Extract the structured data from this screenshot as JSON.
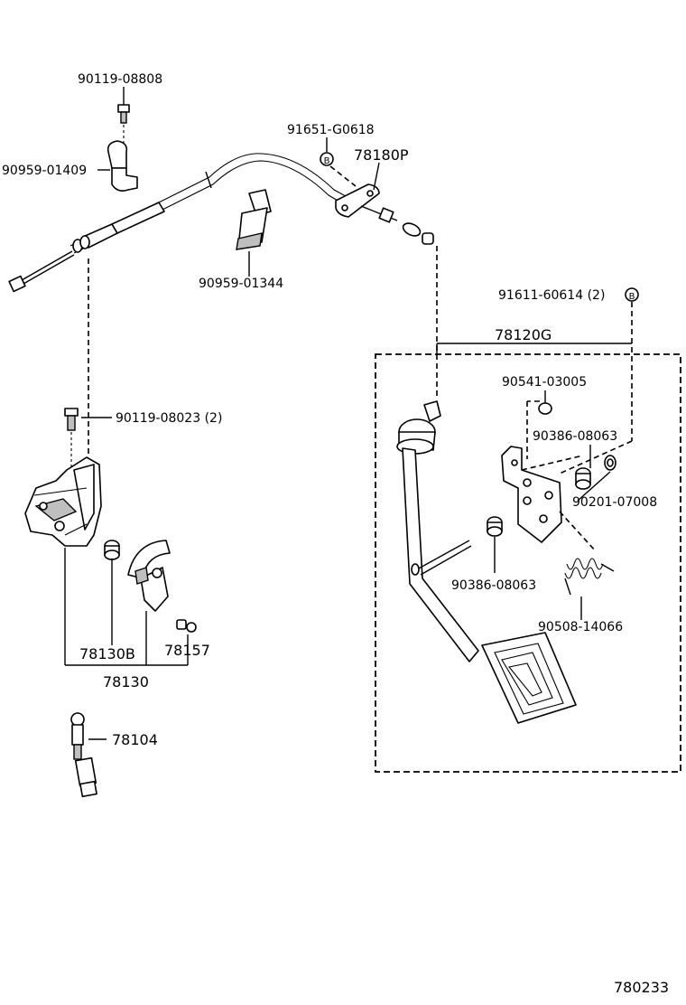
{
  "labels": {
    "p90119_08808": "90119-08808",
    "p90959_01409": "90959-01409",
    "p91651_G0618": "91651-G0618",
    "p78180P": "78180P",
    "p90959_01344": "90959-01344",
    "p91611_60614": "91611-60614 (2)",
    "p78120G": "78120G",
    "p90541_03005": "90541-03005",
    "p90386_08063_a": "90386-08063",
    "p90201_07008": "90201-07008",
    "p90386_08063_b": "90386-08063",
    "p90508_14066": "90508-14066",
    "p90119_08023": "90119-08023 (2)",
    "p78130B": "78130B",
    "p78157": "78157",
    "p78130": "78130",
    "p78104": "78104",
    "diagram_id": "780233"
  },
  "markers": {
    "b_upper": "B",
    "b_right": "B"
  }
}
